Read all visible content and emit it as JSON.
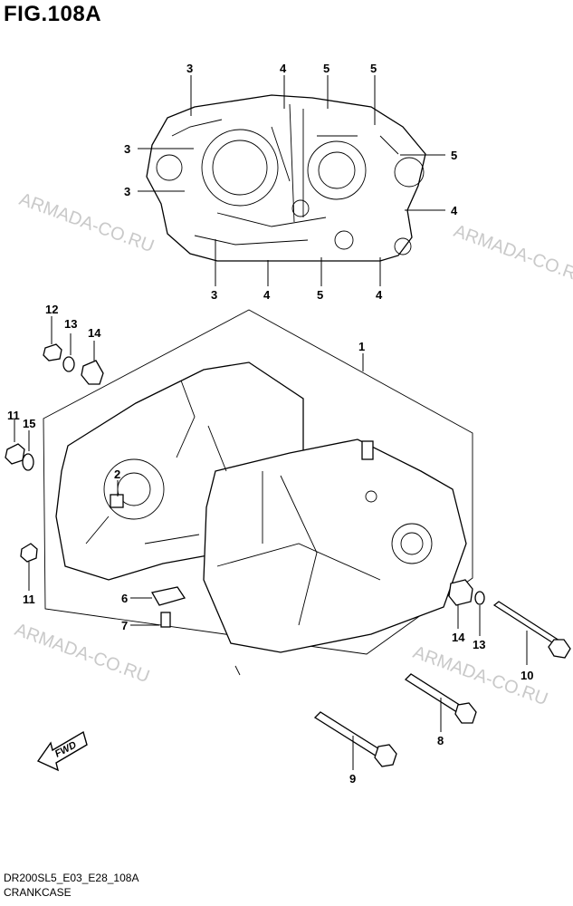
{
  "figure": {
    "title": "FIG.108A",
    "code": "DR200SL5_E03_E28_108A",
    "name": "CRANKCASE"
  },
  "watermark": "ARMADA-CO.RU",
  "fwd_label": "FWD",
  "callouts": {
    "top_3a": "3",
    "top_4a": "4",
    "top_5a": "5",
    "top_5b": "5",
    "left_3b": "3",
    "left_3c": "3",
    "right_5c": "5",
    "right_4b": "4",
    "bot_3": "3",
    "bot_4a": "4",
    "bot_5": "5",
    "bot_4b": "4",
    "p12": "12",
    "p13a": "13",
    "p14a": "14",
    "p1": "1",
    "p11a": "11",
    "p15": "15",
    "p2": "2",
    "p11b": "11",
    "p6": "6",
    "p7": "7",
    "p14b": "14",
    "p13b": "13",
    "p10": "10",
    "p8": "8",
    "p9": "9"
  }
}
